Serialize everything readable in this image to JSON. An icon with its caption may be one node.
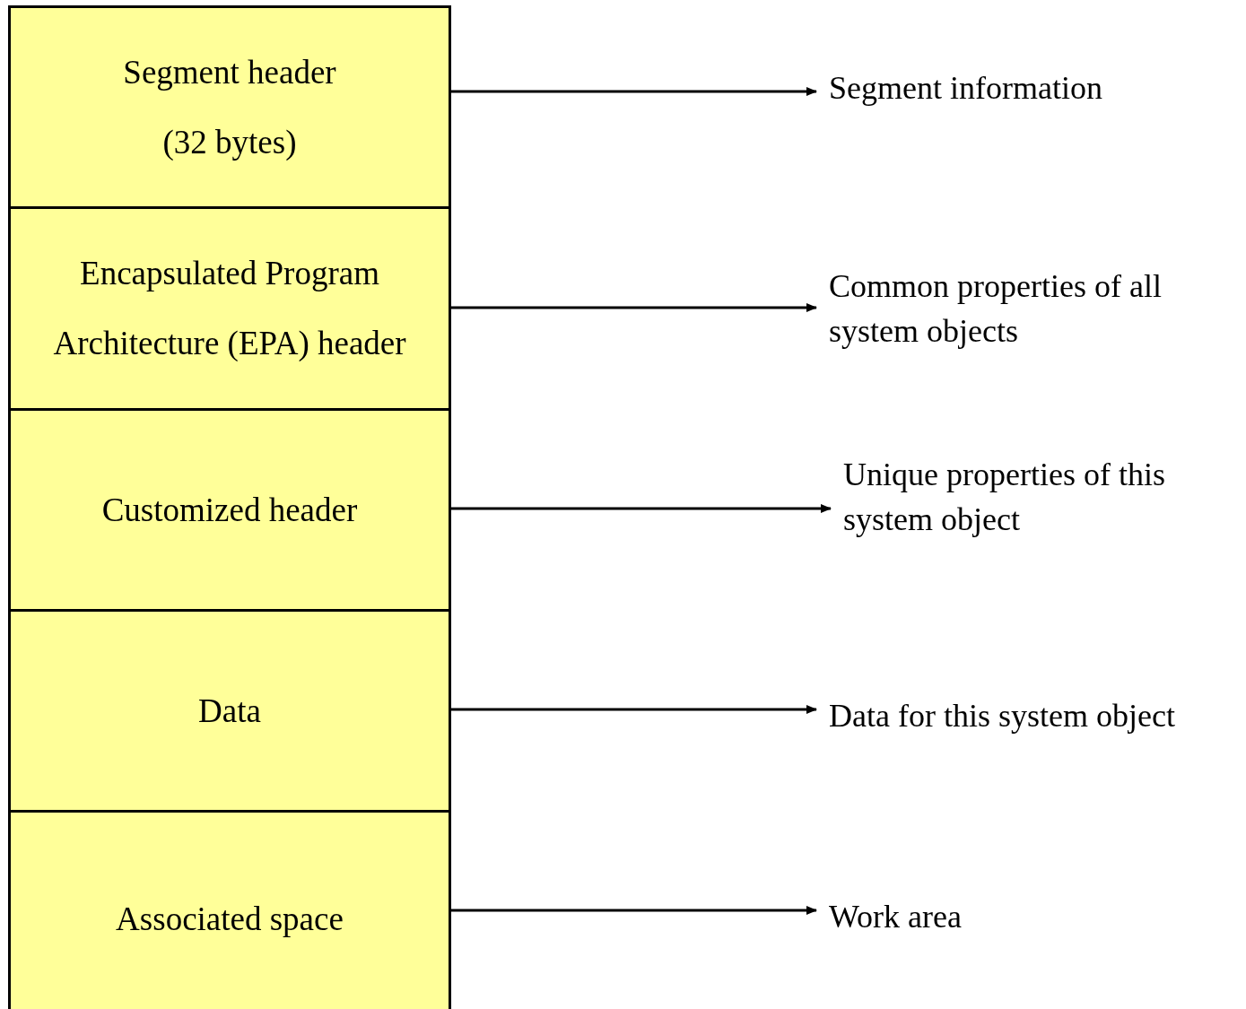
{
  "diagram": {
    "nodes": [
      {
        "text": [
          "Segment header",
          "(32 bytes)"
        ]
      },
      {
        "text": [
          "Encapsulated Program Architecture (EPA) header"
        ]
      },
      {
        "text": [
          "Customized header"
        ]
      },
      {
        "text": [
          "Data"
        ]
      },
      {
        "text": [
          "Associated space"
        ]
      },
      {
        "text": [
          "Segment information"
        ]
      },
      {
        "text": [
          "Common properties of all system objects"
        ]
      },
      {
        "text": [
          "Unique properties of this system object"
        ]
      },
      {
        "text": [
          "Data for this system object"
        ]
      },
      {
        "text": [
          "Work area"
        ]
      }
    ],
    "edges": [
      {
        "from": 0,
        "to": 5,
        "arrow": "to"
      },
      {
        "from": 1,
        "to": 6,
        "arrow": "to"
      },
      {
        "from": 2,
        "to": 7,
        "arrow": "to"
      },
      {
        "from": 3,
        "to": 8,
        "arrow": "to"
      },
      {
        "from": 4,
        "to": 9,
        "arrow": "to"
      }
    ]
  }
}
